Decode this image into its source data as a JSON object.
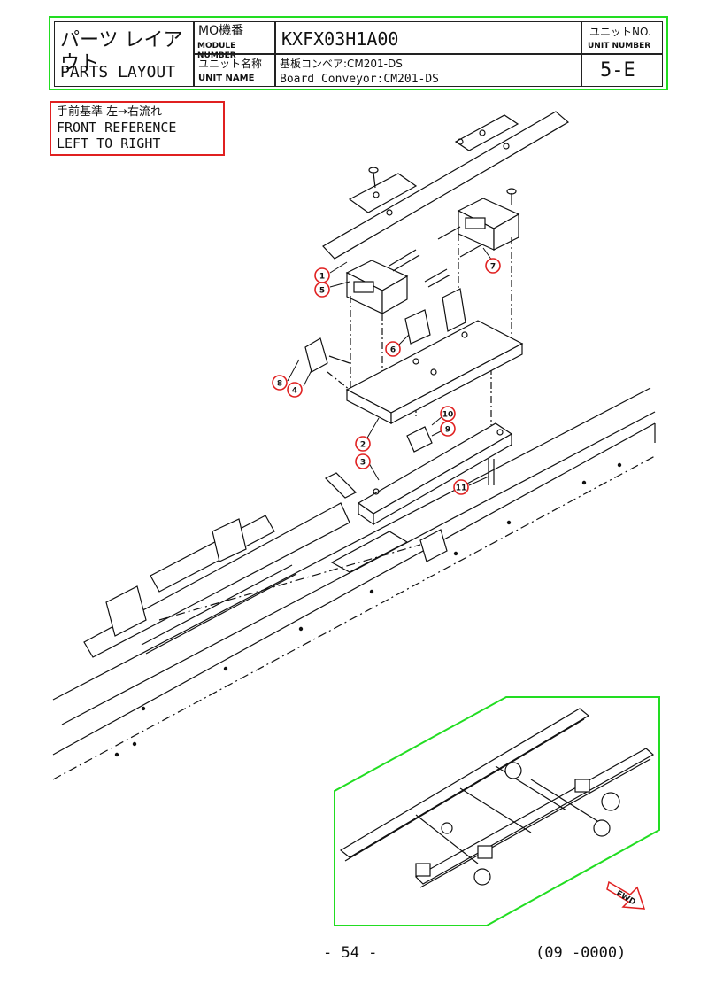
{
  "title_block": {
    "parts_layout_jp": "パーツ レイアウト",
    "parts_layout_en": "PARTS LAYOUT",
    "mo_label_jp": "MO機番",
    "mo_label_en": "MODULE NUMBER",
    "module_number": "KXFX03H1A00",
    "unit_no_label_jp": "ユニットNO.",
    "unit_no_label_en": "UNIT NUMBER",
    "unit_name_label_jp": "ユニット名称",
    "unit_name_label_en": "UNIT NAME",
    "unit_name_jp": "基板コンベア:CM201-DS",
    "unit_name_en": "Board Conveyor:CM201-DS",
    "unit_number": "5-E"
  },
  "reference_box": {
    "line_jp": "手前基準  左→右流れ",
    "line_en_1": "FRONT REFERENCE",
    "line_en_2": "LEFT TO RIGHT"
  },
  "part_labels": [
    "1",
    "5",
    "7",
    "6",
    "8",
    "4",
    "2",
    "3",
    "10",
    "9",
    "11"
  ],
  "fwd_label": "FWD",
  "footer": {
    "page_number": "- 54 -",
    "doc_code": "(09 -0000)"
  },
  "colors": {
    "frame_green": "#22dd22",
    "label_red": "#e02020",
    "line": "#111111"
  }
}
